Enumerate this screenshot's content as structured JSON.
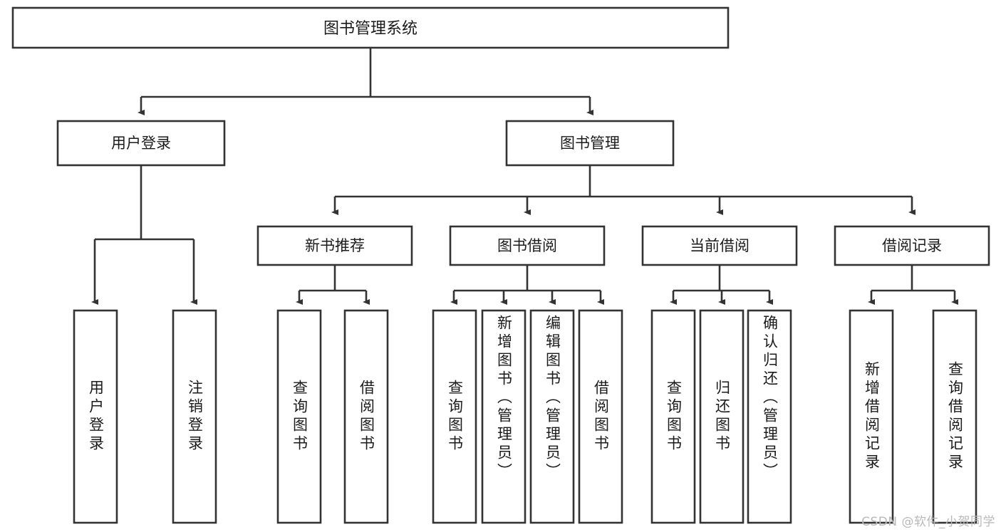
{
  "diagram": {
    "type": "tree",
    "title": "图书管理系统",
    "watermark": "CSDN @软件_小贺同学",
    "colors": {
      "stroke": "#333333",
      "fill": "#ffffff",
      "text": "#1b1b1b",
      "watermark": "#b9b9b9"
    },
    "levels": {
      "root": {
        "label": "图书管理系统"
      },
      "level2": [
        {
          "label": "用户登录"
        },
        {
          "label": "图书管理"
        }
      ],
      "level3": [
        {
          "label": "新书推荐"
        },
        {
          "label": "图书借阅"
        },
        {
          "label": "当前借阅"
        },
        {
          "label": "借阅记录"
        }
      ],
      "leaves": [
        {
          "label": "用户登录",
          "parent": "用户登录"
        },
        {
          "label": "注销登录",
          "parent": "用户登录"
        },
        {
          "label": "查询图书",
          "parent": "新书推荐"
        },
        {
          "label": "借阅图书",
          "parent": "新书推荐"
        },
        {
          "label": "查询图书",
          "parent": "图书借阅"
        },
        {
          "label": "新增图书（管理员）",
          "parent": "图书借阅"
        },
        {
          "label": "编辑图书（管理员）",
          "parent": "图书借阅"
        },
        {
          "label": "借阅图书",
          "parent": "图书借阅"
        },
        {
          "label": "查询图书",
          "parent": "当前借阅"
        },
        {
          "label": "归还图书",
          "parent": "当前借阅"
        },
        {
          "label": "确认归还（管理员）",
          "parent": "当前借阅"
        },
        {
          "label": "新增借阅记录",
          "parent": "借阅记录"
        },
        {
          "label": "查询借阅记录",
          "parent": "借阅记录"
        }
      ]
    }
  }
}
